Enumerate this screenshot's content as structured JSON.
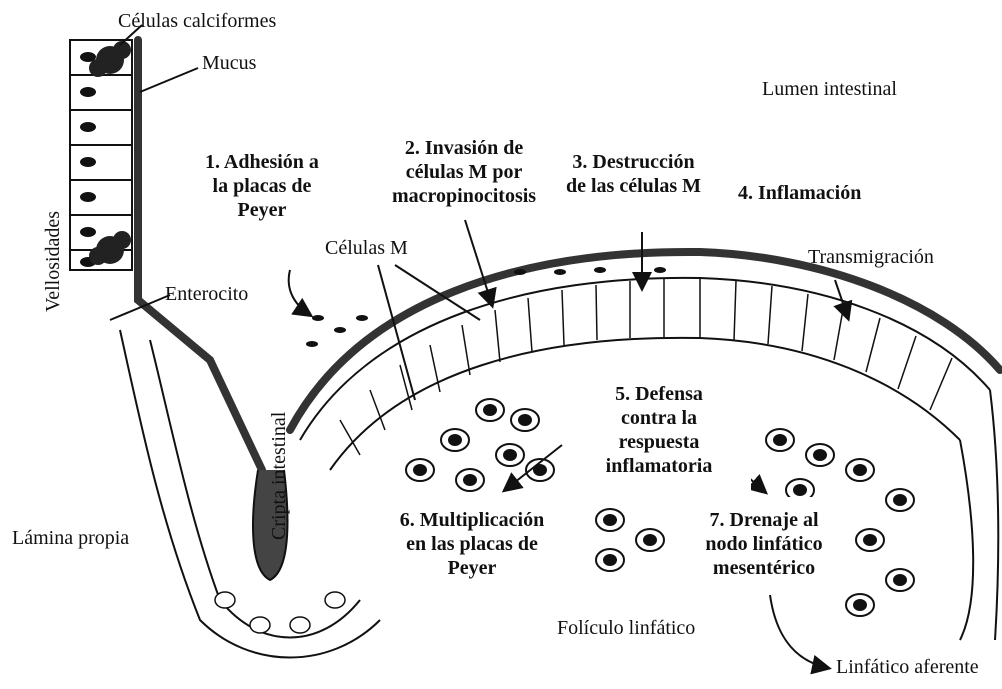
{
  "labels": {
    "goblet_cells": "Células calciformes",
    "mucus": "Mucus",
    "lumen": "Lumen intestinal",
    "villi": "Vellosidades",
    "enterocyte": "Enterocito",
    "m_cells": "Células M",
    "transmigration": "Transmigración",
    "crypt": "Cripta intestinal",
    "lamina_propria": "Lámina propia",
    "lymph_follicle": "Folículo linfático",
    "afferent_lymphatic": "Linfático aferente"
  },
  "steps": {
    "s1": [
      "1. Adhesión a",
      "la placas de",
      "Peyer"
    ],
    "s2": [
      "2. Invasión de",
      "células M por",
      "macropinocitosis"
    ],
    "s3": [
      "3. Destrucción",
      "de las células M"
    ],
    "s4": [
      "4. Inflamación"
    ],
    "s5": [
      "5. Defensa",
      "contra la",
      "respuesta",
      "inflamatoria"
    ],
    "s6": [
      "6. Multiplicación",
      "en las placas de",
      "Peyer"
    ],
    "s7": [
      "7. Drenaje al",
      "nodo linfático",
      "mesentérico"
    ]
  },
  "colors": {
    "ink": "#111111",
    "mucus": "#333333",
    "background": "#ffffff"
  }
}
